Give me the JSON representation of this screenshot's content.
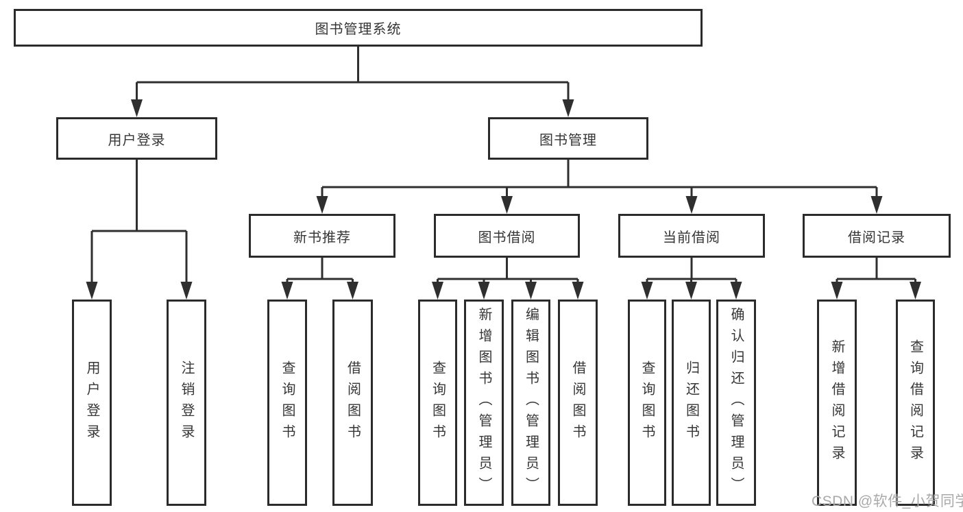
{
  "tree": {
    "root": {
      "label": "图书管理系统"
    },
    "branches": [
      {
        "label": "用户登录",
        "leaves": [
          "用户登录",
          "注销登录"
        ]
      },
      {
        "label": "图书管理",
        "groups": [
          {
            "label": "新书推荐",
            "leaves": [
              "查询图书",
              "借阅图书"
            ]
          },
          {
            "label": "图书借阅",
            "leaves": [
              "查询图书",
              "新增图书（管理员）",
              "编辑图书（管理员）",
              "借阅图书"
            ]
          },
          {
            "label": "当前借阅",
            "leaves": [
              "查询图书",
              "归还图书",
              "确认归还（管理员）"
            ]
          },
          {
            "label": "借阅记录",
            "leaves": [
              "新增借阅记录",
              "查询借阅记录"
            ]
          }
        ]
      }
    ]
  },
  "watermark": {
    "text": "CSDN @软件_小贺同学"
  },
  "colors": {
    "line": "#2f2f2f",
    "border": "#2b2b2b",
    "box_bg": "#ffffff",
    "text": "#363636",
    "watermark": "#a9a9a9",
    "page_bg": "#ffffff"
  }
}
